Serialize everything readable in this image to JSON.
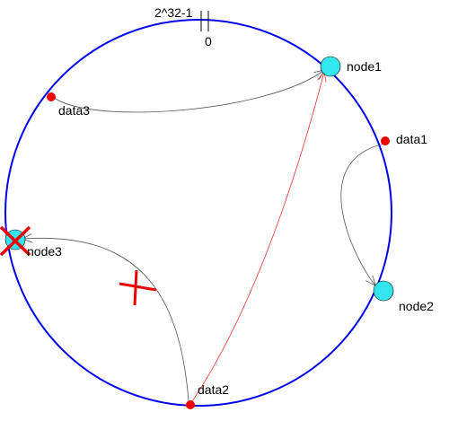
{
  "diagram": {
    "ring": {
      "color": "#0000ee"
    },
    "markers": {
      "top_label": "2^32-1",
      "zero_label": "0"
    },
    "nodes": [
      {
        "id": "node1",
        "label": "node1",
        "color": "#33e6ee",
        "removed": false
      },
      {
        "id": "node2",
        "label": "node2",
        "color": "#33e6ee",
        "removed": false
      },
      {
        "id": "node3",
        "label": "node3",
        "color": "#33e6ee",
        "removed": true
      }
    ],
    "data_points": [
      {
        "id": "data1",
        "label": "data1",
        "color": "#ee0000"
      },
      {
        "id": "data2",
        "label": "data2",
        "color": "#ee0000"
      },
      {
        "id": "data3",
        "label": "data3",
        "color": "#ee0000"
      }
    ],
    "mappings": [
      {
        "from": "data3",
        "to": "node1",
        "color": "#555555"
      },
      {
        "from": "data1",
        "to": "node2",
        "color": "#555555"
      },
      {
        "from": "data2",
        "to": "node3",
        "color": "#555555",
        "broken": true
      },
      {
        "from": "data2",
        "to": "node1",
        "color": "#ee3333"
      }
    ],
    "cross_color": "#ee0000"
  }
}
